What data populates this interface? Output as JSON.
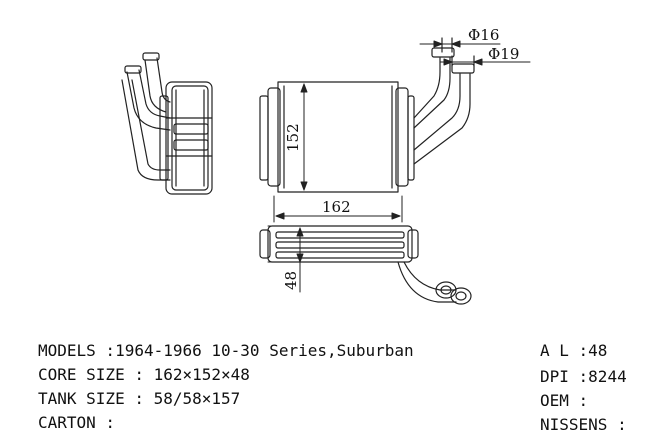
{
  "dimensions": {
    "tube_inner": "Φ16",
    "tube_outer": "Φ19",
    "core_height": "152",
    "core_width": "162",
    "core_depth": "48"
  },
  "specs_left": [
    {
      "label": "MODELS",
      "sep": " :",
      "value": "1964-1966 10-30 Series,Suburban"
    },
    {
      "label": "CORE SIZE",
      "sep": " : ",
      "value": "162×152×48"
    },
    {
      "label": "TANK SIZE",
      "sep": " : ",
      "value": "58/58×157"
    },
    {
      "label": "CARTON",
      "sep": " :",
      "value": ""
    }
  ],
  "specs_right": [
    {
      "label": "A L",
      "sep": " :",
      "value": "48"
    },
    {
      "label": "DPI",
      "sep": " :",
      "value": "8244"
    },
    {
      "label": "OEM",
      "sep": " :",
      "value": ""
    },
    {
      "label": "NISSENS",
      "sep": " :",
      "value": ""
    }
  ],
  "colors": {
    "line": "#222222",
    "background": "#ffffff"
  }
}
